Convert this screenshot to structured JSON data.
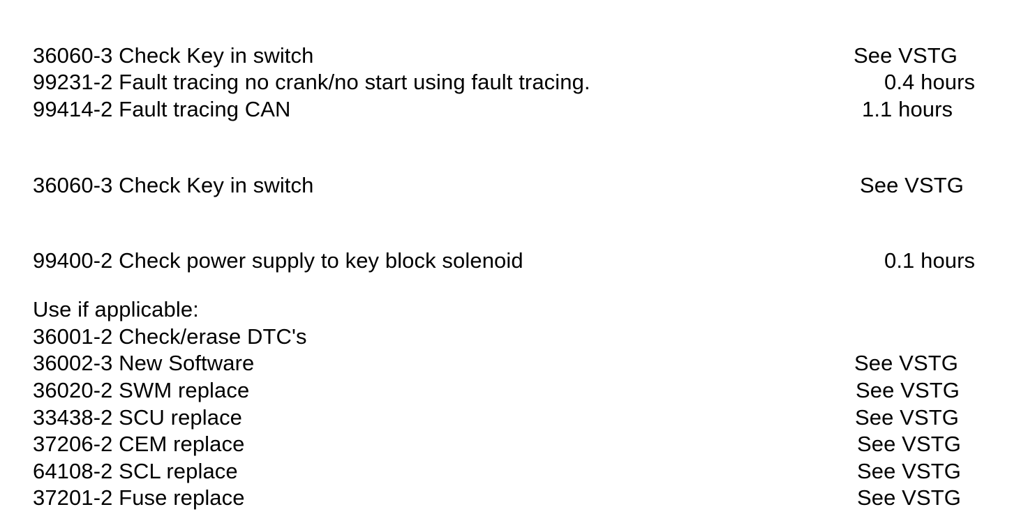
{
  "group1": {
    "rows": [
      {
        "desc": "36060-3 Check Key in switch",
        "time": "See VSTG"
      },
      {
        "desc": "99231-2 Fault tracing no crank/no start using fault tracing.",
        "time": "0.4 hours"
      },
      {
        "desc": "99414-2 Fault tracing CAN",
        "time": "1.1 hours"
      }
    ]
  },
  "group2": {
    "rows": [
      {
        "desc": "36060-3 Check Key in switch",
        "time": "See VSTG"
      }
    ]
  },
  "group3": {
    "rows": [
      {
        "desc": "99400-2 Check power supply to key block solenoid",
        "time": "0.1 hours"
      }
    ]
  },
  "group4": {
    "heading": "Use if applicable:",
    "rows": [
      {
        "desc": "36001-2 Check/erase DTC's",
        "time": ""
      },
      {
        "desc": "36002-3 New Software",
        "time": "See VSTG"
      },
      {
        "desc": "36020-2 SWM replace",
        "time": "See VSTG"
      },
      {
        "desc": "33438-2 SCU replace",
        "time": "See VSTG"
      },
      {
        "desc": "37206-2 CEM replace",
        "time": "See VSTG"
      },
      {
        "desc": "64108-2 SCL replace",
        "time": "See VSTG"
      },
      {
        "desc": "37201-2 Fuse replace",
        "time": "See VSTG"
      }
    ]
  }
}
